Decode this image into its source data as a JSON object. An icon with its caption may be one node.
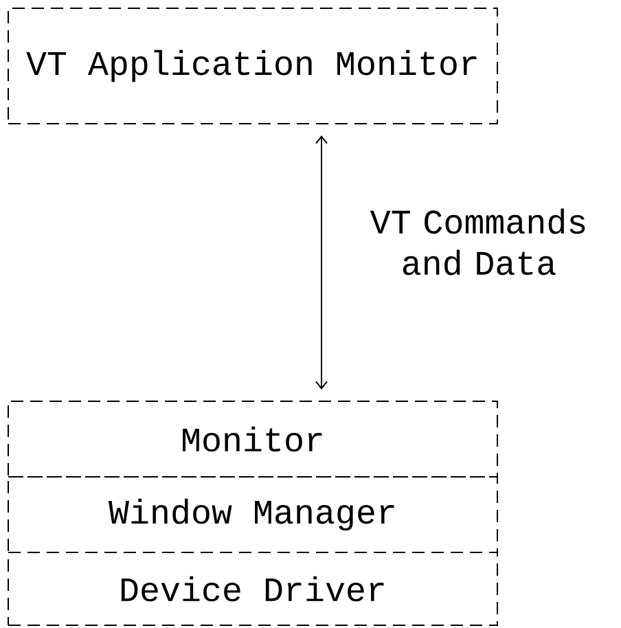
{
  "diagram": {
    "nodes": [
      {
        "text": [
          "VT Application Monitor"
        ]
      },
      {
        "text": [
          "Monitor"
        ]
      },
      {
        "text": [
          "Window Manager"
        ]
      },
      {
        "text": [
          "Device Driver"
        ]
      }
    ],
    "edges": [
      {
        "from": 0,
        "to": 1,
        "arrow": "both",
        "label": "VT Commands and Data"
      }
    ]
  }
}
